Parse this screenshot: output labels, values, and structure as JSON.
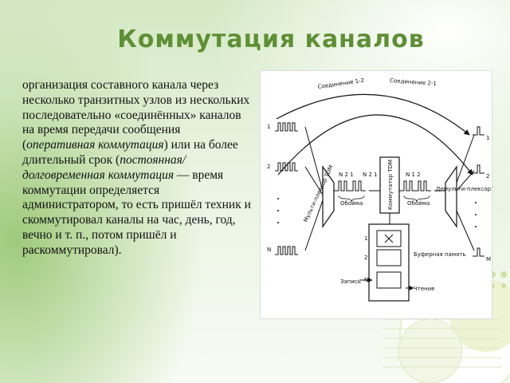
{
  "slide": {
    "title": "Коммутация каналов",
    "text_parts": {
      "p1": "организация составного канала через несколько транзитных узлов из нескольких последовательно «соединённых» каналов на время передачи сообщения (",
      "p2": "оперативная коммутация",
      "p3": ") или на более длительный срок (",
      "p4": "постоянная/долговременная коммутация",
      "p5": " — время коммутации определяется администратором, то есть пришёл техник и скоммутировал каналы на час, день, год, вечно и т. п., потом пришёл и раскоммутировал)."
    }
  },
  "diagram": {
    "labels": {
      "conn12": "Соединение 1-2",
      "conn21": "Соединение 2-1",
      "mux": "Мульти-плексор TDM",
      "demux": "Демульти-плексор TDM",
      "switch": "Коммутатор TDM",
      "frame_left": "Обойма",
      "frame_right": "Обойма",
      "buffer": "Буферная память",
      "write": "Запись",
      "read": "Чтение",
      "left_1": "1",
      "left_2": "2",
      "left_n": "N",
      "right_1": "1",
      "right_2": "2",
      "right_m": "M",
      "slot_left": "N  2  1",
      "slot_left2": "N  2  1",
      "slot_right": "N   1  2",
      "buf_1": "1",
      "buf_2": "2",
      "buf_n": "N"
    }
  }
}
